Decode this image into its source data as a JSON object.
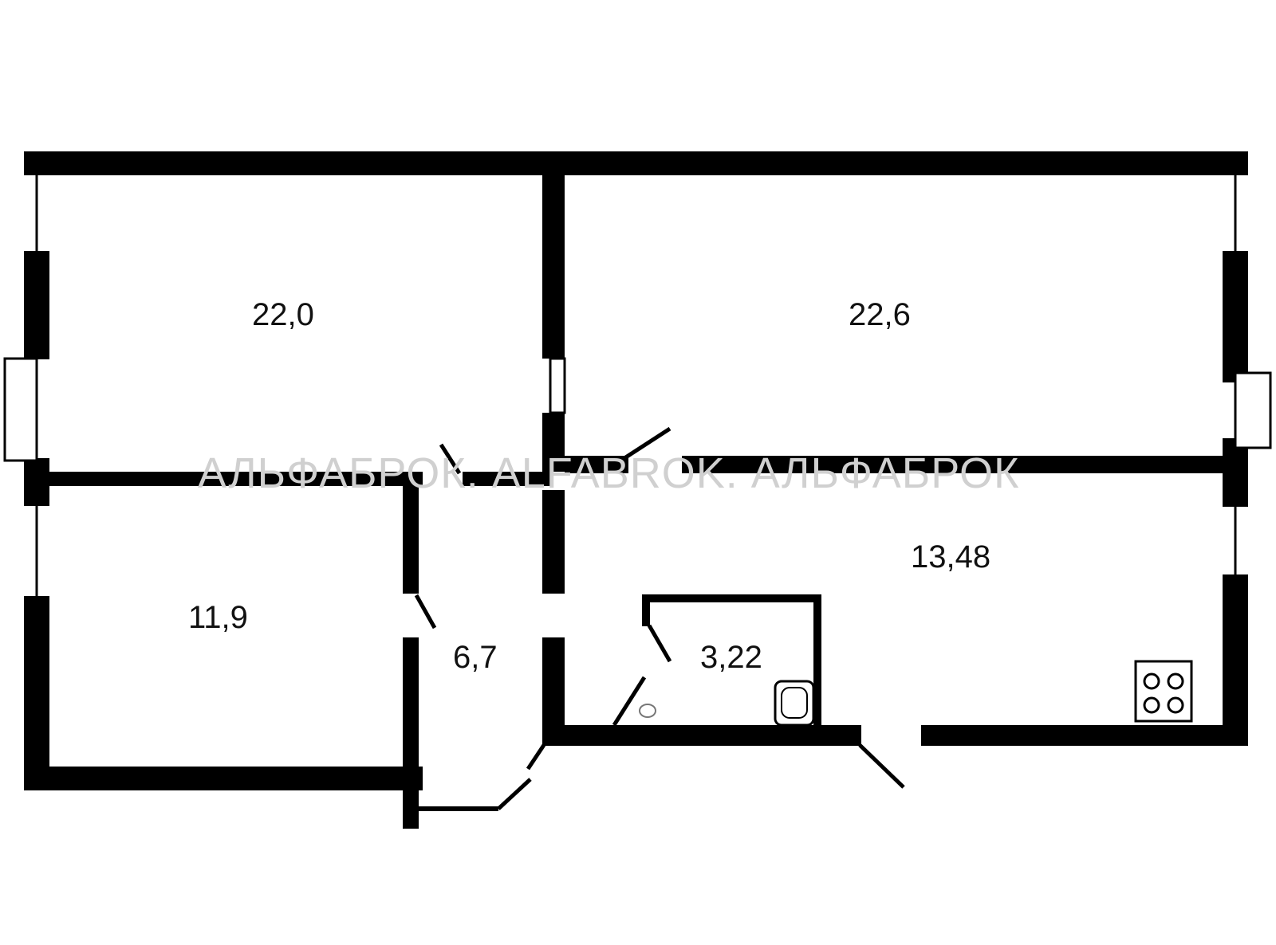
{
  "plan": {
    "watermark": "АЛЬФАБРОК. ALFABROK. АЛЬФАБРОК",
    "rooms": [
      {
        "id": "room-22-0",
        "area": "22,0"
      },
      {
        "id": "room-22-6",
        "area": "22,6"
      },
      {
        "id": "room-11-9",
        "area": "11,9"
      },
      {
        "id": "room-6-7",
        "area": "6,7"
      },
      {
        "id": "room-3-22",
        "area": "3,22"
      },
      {
        "id": "room-13-48",
        "area": "13,48"
      }
    ],
    "colors": {
      "wall": "#000000",
      "balcony": "#b5b5b5",
      "watermark": "#d0d0d0"
    }
  }
}
